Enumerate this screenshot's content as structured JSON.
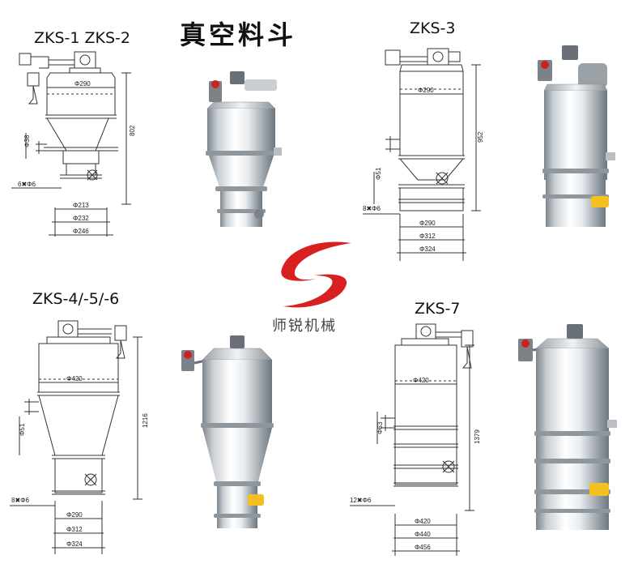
{
  "header": {
    "title": "真空料斗"
  },
  "models": {
    "zks12": "ZKS-1  ZKS-2",
    "zks3": "ZKS-3",
    "zks456": "ZKS-4/-5/-6",
    "zks7": "ZKS-7"
  },
  "brand": {
    "name": "师锐机械",
    "accent": "#d92020"
  },
  "drawings": {
    "zks12": {
      "body_dia": "Φ290",
      "inlet": "Φ38",
      "height": "802",
      "holes": "6✖Φ6",
      "d1": "Φ213",
      "d2": "Φ232",
      "d3": "Φ246"
    },
    "zks3": {
      "body_dia": "Φ290",
      "inlet": "Φ51",
      "height": "952",
      "holes": "8✖Φ6",
      "d1": "Φ290",
      "d2": "Φ312",
      "d3": "Φ324"
    },
    "zks456": {
      "body_dia": "Φ420",
      "inlet": "Φ51",
      "height": "1216",
      "holes": "8✖Φ6",
      "d1": "Φ290",
      "d2": "Φ312",
      "d3": "Φ324"
    },
    "zks7": {
      "body_dia": "Φ420",
      "inlet": "Φ63",
      "height": "1379",
      "holes": "12✖Φ6",
      "d1": "Φ420",
      "d2": "Φ440",
      "d3": "Φ456"
    }
  },
  "colors": {
    "line": "#333333",
    "steel_light": "#f4f6f8",
    "steel_dark": "#8e959c",
    "valve_yellow": "#f2c020",
    "gauge_red": "#cc2222"
  }
}
